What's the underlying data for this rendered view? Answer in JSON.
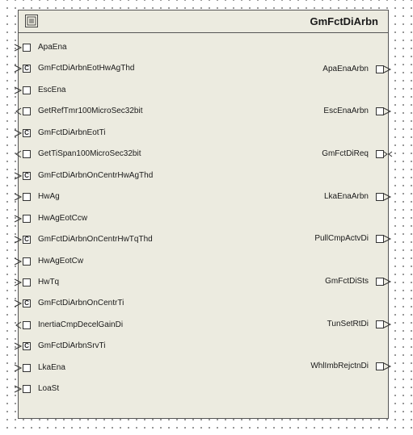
{
  "block": {
    "title": "GmFctDiArbn",
    "icon": "block-list-icon",
    "colors": {
      "fill": "#ecebe0",
      "border": "#555555"
    }
  },
  "inports": [
    {
      "label": "ApaEna",
      "kind": "data"
    },
    {
      "label": "GmFctDiArbnEotHwAgThd",
      "kind": "calibration",
      "marker": "C"
    },
    {
      "label": "EscEna",
      "kind": "data"
    },
    {
      "label": "GetRefTmr100MicroSec32bit",
      "kind": "server"
    },
    {
      "label": "GmFctDiArbnEotTi",
      "kind": "calibration",
      "marker": "C"
    },
    {
      "label": "GetTiSpan100MicroSec32bit",
      "kind": "server"
    },
    {
      "label": "GmFctDiArbnOnCentrHwAgThd",
      "kind": "calibration",
      "marker": "C"
    },
    {
      "label": "HwAg",
      "kind": "data"
    },
    {
      "label": "HwAgEotCcw",
      "kind": "data"
    },
    {
      "label": "GmFctDiArbnOnCentrHwTqThd",
      "kind": "calibration",
      "marker": "C"
    },
    {
      "label": "HwAgEotCw",
      "kind": "data"
    },
    {
      "label": "HwTq",
      "kind": "data"
    },
    {
      "label": "GmFctDiArbnOnCentrTi",
      "kind": "calibration",
      "marker": "C"
    },
    {
      "label": "InertiaCmpDecelGainDi",
      "kind": "bidirectional"
    },
    {
      "label": "GmFctDiArbnSrvTi",
      "kind": "calibration",
      "marker": "C"
    },
    {
      "label": "LkaEna",
      "kind": "data"
    },
    {
      "label": "LoaSt",
      "kind": "data"
    }
  ],
  "outports": [
    {
      "label": "ApaEnaArbn",
      "kind": "data"
    },
    {
      "label": "EscEnaArbn",
      "kind": "data"
    },
    {
      "label": "GmFctDiReq",
      "kind": "client"
    },
    {
      "label": "LkaEnaArbn",
      "kind": "data"
    },
    {
      "label": "PullCmpActvDi",
      "kind": "data"
    },
    {
      "label": "GmFctDiSts",
      "kind": "data"
    },
    {
      "label": "TunSetRtDi",
      "kind": "data"
    },
    {
      "label": "WhlImbRejctnDi",
      "kind": "data"
    }
  ]
}
